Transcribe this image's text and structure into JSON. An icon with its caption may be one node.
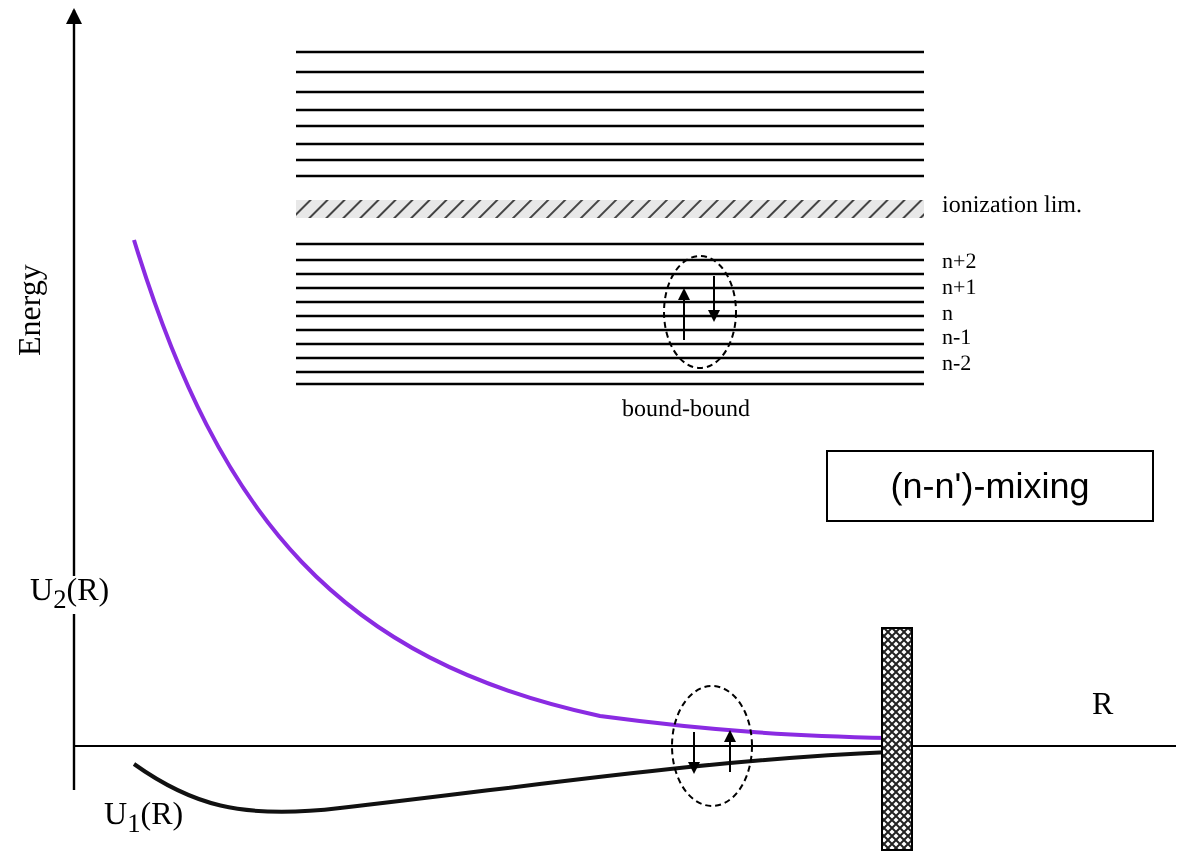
{
  "diagram": {
    "nodes": [
      {
        "text": [
          "(n-n')-mixing"
        ]
      },
      {
        "text": [],
        "shape": "bar"
      }
    ],
    "labels": [
      "Energy",
      "R",
      "ionization lim.",
      "n+2",
      "n+1",
      "n",
      "n-1",
      "n-2",
      "bound-bound",
      "U$_{2}$(R)",
      "U$_{1}$(R)"
    ]
  }
}
